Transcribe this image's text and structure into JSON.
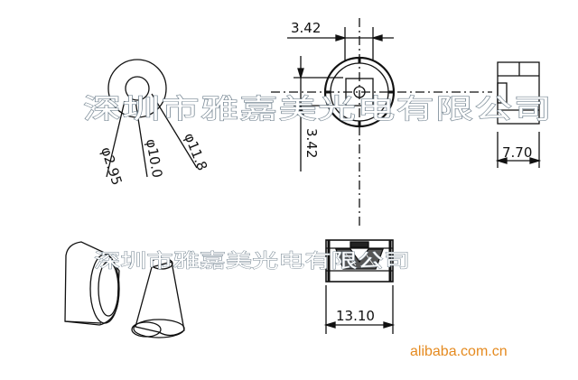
{
  "dimensions": {
    "top_width": "3.42",
    "side_height": "3.42",
    "diameter_inner": "φ2.95",
    "diameter_mid": "φ10.0",
    "diameter_outer": "φ11.8",
    "side_depth": "7.70",
    "bottom_width": "13.10"
  },
  "watermark": {
    "line1": "深圳市雅嘉美光电有限公司",
    "line2": "深圳市雅嘉美光电有限公司"
  },
  "site_logo": "alibaba.com.cn",
  "colors": {
    "line": "#111111",
    "watermark_stroke": "#7a8a96",
    "logo": "#e58a1f"
  }
}
